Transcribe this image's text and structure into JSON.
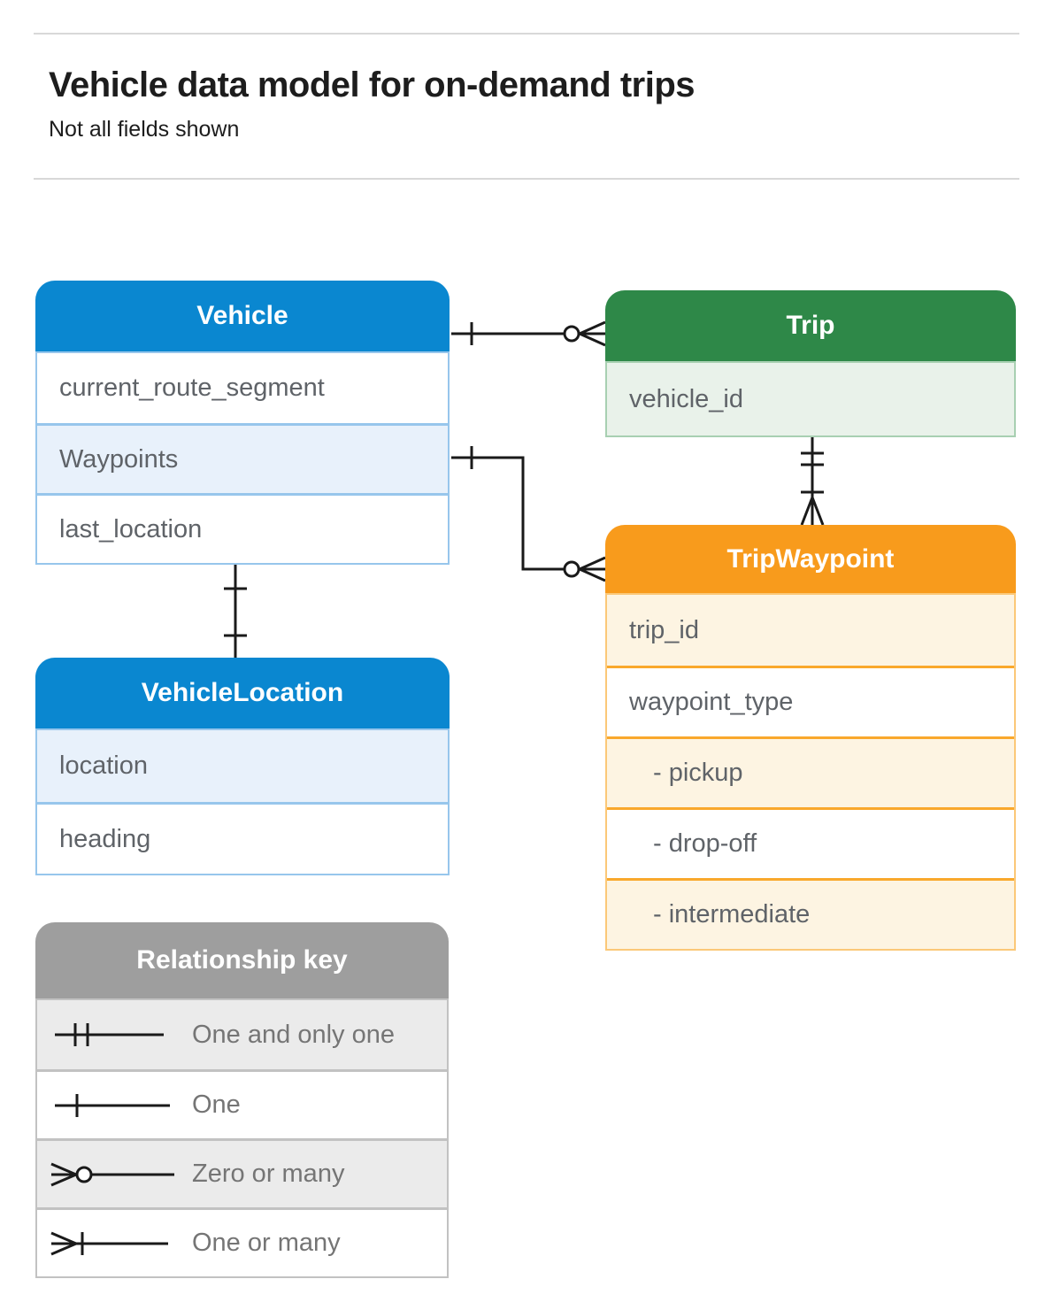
{
  "page": {
    "title": "Vehicle data model for on-demand trips",
    "subtitle": "Not all fields shown"
  },
  "entities": {
    "vehicle": {
      "title": "Vehicle",
      "fields": [
        "current_route_segment",
        "Waypoints",
        "last_location"
      ]
    },
    "trip": {
      "title": "Trip",
      "fields": [
        "vehicle_id"
      ]
    },
    "trip_waypoint": {
      "title": "TripWaypoint",
      "fields": [
        "trip_id",
        "waypoint_type",
        "- pickup",
        "- drop-off",
        "- intermediate"
      ]
    },
    "vehicle_location": {
      "title": "VehicleLocation",
      "fields": [
        "location",
        "heading"
      ]
    }
  },
  "relationships": [
    {
      "from": "Vehicle",
      "to": "Trip",
      "from_cardinality": "One",
      "to_cardinality": "Zero or many"
    },
    {
      "from": "Vehicle.Waypoints",
      "to": "TripWaypoint",
      "from_cardinality": "One",
      "to_cardinality": "Zero or many"
    },
    {
      "from": "Trip",
      "to": "TripWaypoint",
      "from_cardinality": "One and only one",
      "to_cardinality": "One or many"
    },
    {
      "from": "Vehicle.last_location",
      "to": "VehicleLocation",
      "from_cardinality": "One",
      "to_cardinality": "One"
    }
  ],
  "legend": {
    "title": "Relationship key",
    "items": [
      {
        "symbol": "one-and-only-one",
        "label": "One and only one"
      },
      {
        "symbol": "one",
        "label": "One"
      },
      {
        "symbol": "zero-or-many",
        "label": "Zero or many"
      },
      {
        "symbol": "one-or-many",
        "label": "One or many"
      }
    ]
  },
  "colors": {
    "blue": "#0a87d0",
    "green": "#2e8848",
    "orange": "#f89b1c",
    "gray": "#9e9e9e",
    "blue_tint": "#e8f1fb",
    "green_tint": "#e9f2ea",
    "orange_tint": "#fdf4e2",
    "gray_tint": "#ebebeb",
    "line": "#1a1a1a"
  }
}
